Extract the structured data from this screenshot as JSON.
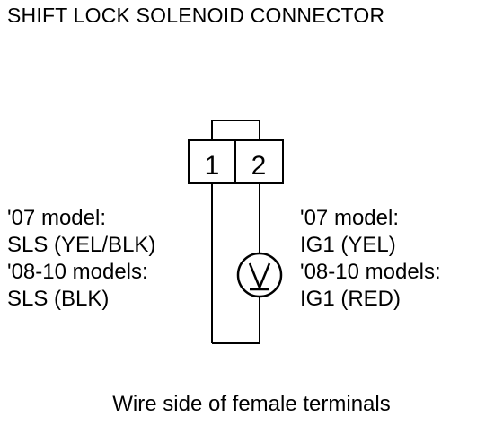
{
  "title": "SHIFT LOCK SOLENOID CONNECTOR",
  "connector": {
    "pins": [
      "1",
      "2"
    ]
  },
  "left_labels": [
    "'07 model:",
    "SLS (YEL/BLK)",
    "'08-10 models:",
    "SLS (BLK)"
  ],
  "right_labels": [
    "'07 model:",
    "IG1 (YEL)",
    "'08-10 models:",
    "IG1 (RED)"
  ],
  "caption": "Wire side of female terminals",
  "symbol": "voltmeter-icon"
}
